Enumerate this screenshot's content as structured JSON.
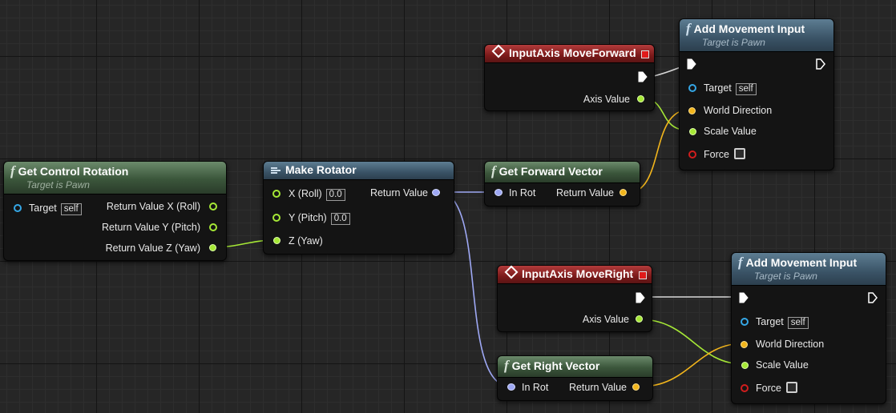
{
  "graph": {
    "get_control_rotation": {
      "title": "Get Control Rotation",
      "subtitle": "Target is Pawn",
      "target_label": "Target",
      "target_value": "self",
      "out_x": "Return Value X (Roll)",
      "out_y": "Return Value Y (Pitch)",
      "out_z": "Return Value Z (Yaw)"
    },
    "make_rotator": {
      "title": "Make Rotator",
      "in_x": "X (Roll)",
      "in_x_value": "0.0",
      "in_y": "Y (Pitch)",
      "in_y_value": "0.0",
      "in_z": "Z (Yaw)",
      "out": "Return Value"
    },
    "event_forward": {
      "title": "InputAxis MoveForward",
      "axis_label": "Axis Value"
    },
    "event_right": {
      "title": "InputAxis MoveRight",
      "axis_label": "Axis Value"
    },
    "get_forward_vector": {
      "title": "Get Forward Vector",
      "in": "In Rot",
      "out": "Return Value"
    },
    "get_right_vector": {
      "title": "Get Right Vector",
      "in": "In Rot",
      "out": "Return Value"
    },
    "add_movement_1": {
      "title": "Add Movement Input",
      "subtitle": "Target is Pawn",
      "target_label": "Target",
      "target_value": "self",
      "direction": "World Direction",
      "scale": "Scale Value",
      "force": "Force"
    },
    "add_movement_2": {
      "title": "Add Movement Input",
      "subtitle": "Target is Pawn",
      "target_label": "Target",
      "target_value": "self",
      "direction": "World Direction",
      "scale": "Scale Value",
      "force": "Force"
    }
  },
  "colors": {
    "exec_wire": "#e8e8e8",
    "float_wire": "#a6e836",
    "vector_wire": "#f2b51c",
    "rotator_wire": "#9ea8f4",
    "function_header": "#3b563b",
    "event_header": "#7c1a1a",
    "call_header": "#3a5366"
  },
  "icons": {
    "function": "function-icon",
    "event": "event-diamond-icon",
    "make_struct": "make-struct-icon",
    "exec": "exec-pin-icon"
  }
}
